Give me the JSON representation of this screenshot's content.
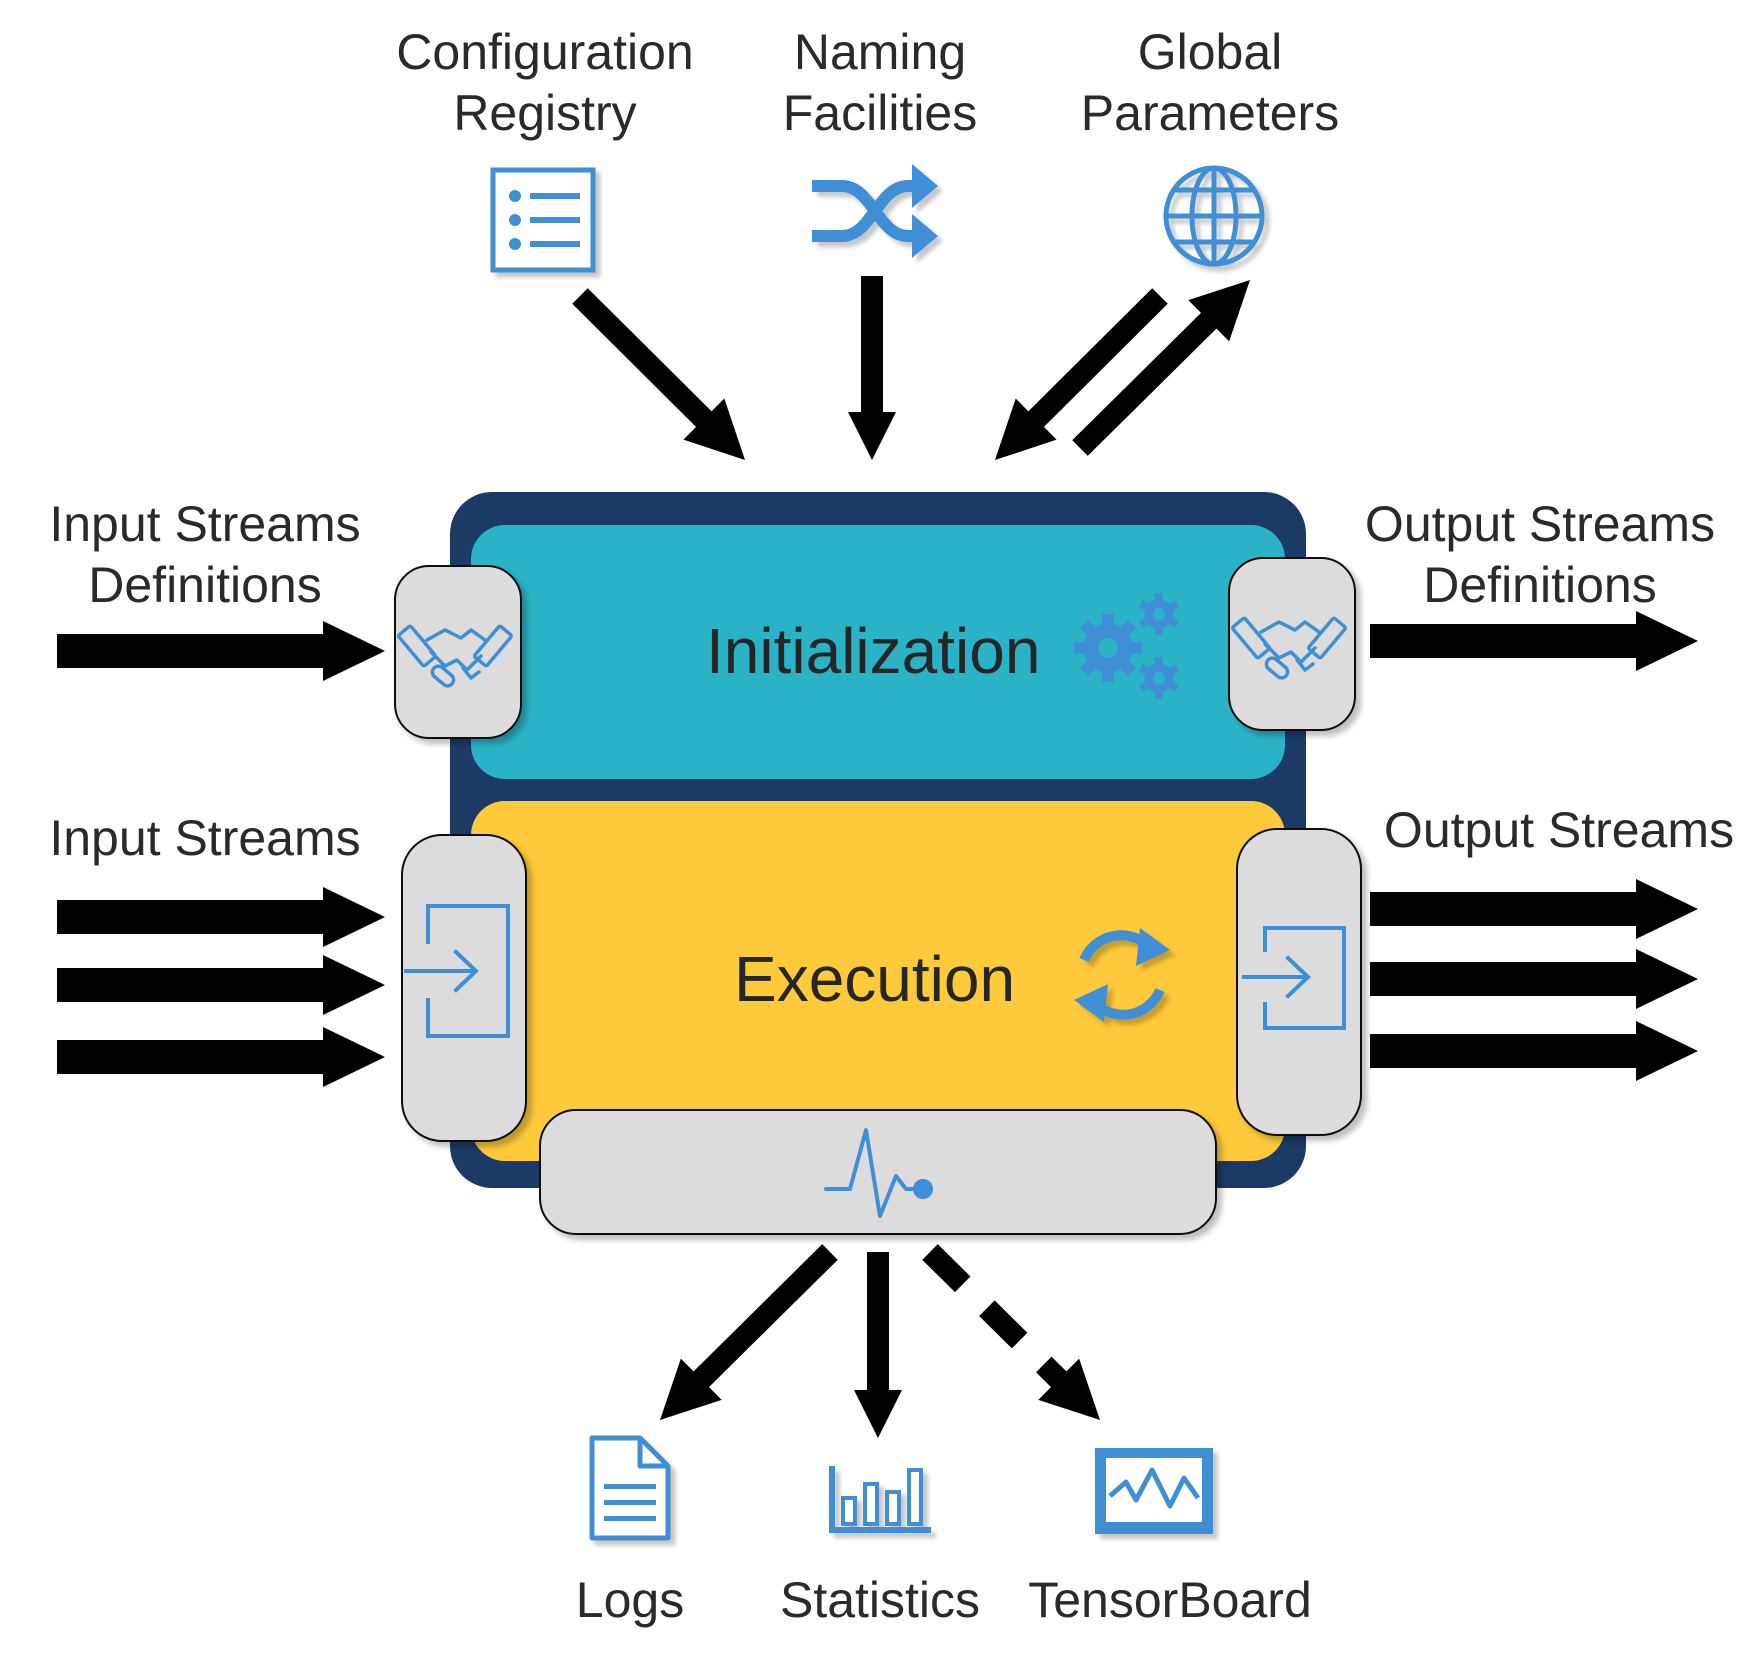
{
  "top_sources": {
    "configuration_registry": {
      "line1": "Configuration",
      "line2": "Registry",
      "icon": "list-icon"
    },
    "naming_facilities": {
      "line1": "Naming",
      "line2": "Facilities",
      "icon": "shuffle-icon"
    },
    "global_parameters": {
      "line1": "Global",
      "line2": "Parameters",
      "icon": "globe-icon"
    }
  },
  "left_inputs": {
    "input_streams_definitions": {
      "line1": "Input Streams",
      "line2": "Definitions"
    },
    "input_streams": {
      "line1": "Input Streams"
    }
  },
  "right_outputs": {
    "output_streams_definitions": {
      "line1": "Output Streams",
      "line2": "Definitions"
    },
    "output_streams": {
      "line1": "Output Streams"
    }
  },
  "module": {
    "initialization_label": "Initialization",
    "initialization_icon": "gears-icon",
    "execution_label": "Execution",
    "execution_icon": "refresh-icon",
    "stream_definition_icon": "handshake-icon",
    "stream_port_icon": "sign-in-icon",
    "monitor_icon": "pulse-icon"
  },
  "bottom_outputs": {
    "logs": {
      "label": "Logs",
      "icon": "document-icon"
    },
    "statistics": {
      "label": "Statistics",
      "icon": "bar-chart-icon"
    },
    "tensorboard": {
      "label": "TensorBoard",
      "icon": "monitor-icon"
    }
  },
  "colors": {
    "frame": "#1b3a66",
    "initialization": "#2ab3c6",
    "execution": "#fec93a",
    "port": "#dcdcdc",
    "icon_blue": "#3f8fd6",
    "arrow": "#000000"
  }
}
